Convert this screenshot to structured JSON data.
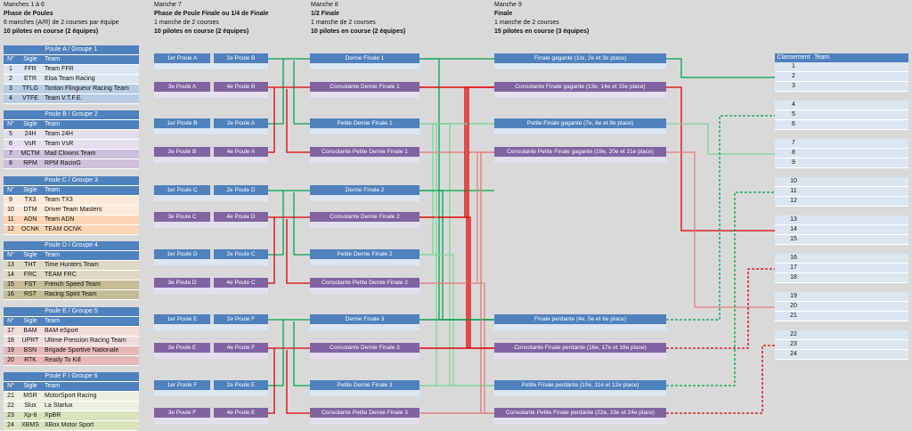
{
  "headers": [
    {
      "l1": "Manches 1 à 6",
      "l2": "Phase de Poules",
      "l3": "6 manches  (A/R) de 2 courses par équipe",
      "l4": "10 pilotes en course (2 équipes)"
    },
    {
      "l1": "Manche 7",
      "l2": "Phase de Poule Finale ou 1/4 de Finale",
      "l3": "1 manche de 2 courses",
      "l4": "10 pilotes en course (2 équipes)"
    },
    {
      "l1": "Manche 8",
      "l2": "1/2 Finale",
      "l3": "1 manche de 2 courses",
      "l4": "10 pilotes en course (2 équipes)"
    },
    {
      "l1": "Manche 9",
      "l2": "Finale",
      "l3": "1 manche de 2 courses",
      "l4": "15 pilotes en course (3 équipes)"
    }
  ],
  "cols": {
    "n": "N°",
    "sigle": "Sigle",
    "team": "Team"
  },
  "colors": {
    "blue": "#4f81bd",
    "purple": "#8064a2",
    "green": "#00a650",
    "red": "#e00000",
    "lightgreen": "#7fd49a",
    "lightred": "#e88080"
  },
  "groups": [
    {
      "title": "Poule A / Groupe 1",
      "rows": [
        [
          "1",
          "FFR",
          "Team FFR",
          "#dce6f1"
        ],
        [
          "2",
          "ETR",
          "Eloa Team Racing",
          "#dce6f1"
        ],
        [
          "3",
          "TFLG",
          "Tonton Flingueur Racing Team",
          "#b8cce4"
        ],
        [
          "4",
          "VTFE",
          "Team V.T.F.E.",
          "#b8cce4"
        ]
      ]
    },
    {
      "title": "Poule B / Groupe 2",
      "rows": [
        [
          "5",
          "24H",
          "Team 24H",
          "#e4dfec"
        ],
        [
          "6",
          "VsR",
          "Team VsR",
          "#e4dfec"
        ],
        [
          "7",
          "MCTM",
          "Mad Clowns Team",
          "#ccc0da"
        ],
        [
          "8",
          "RPM",
          "RPM RacinG",
          "#ccc0da"
        ]
      ]
    },
    {
      "title": "Poule C / Groupe 3",
      "rows": [
        [
          "9",
          "TX3",
          "Team TX3",
          "#fde9d9"
        ],
        [
          "10",
          "DTM",
          "Driver Team Masters",
          "#fde9d9"
        ],
        [
          "11",
          "ADN",
          "Team ADN",
          "#fcd5b4"
        ],
        [
          "12",
          "OCNK",
          "TEAM OCNK",
          "#fcd5b4"
        ]
      ]
    },
    {
      "title": "Poule D / Groupe 4",
      "rows": [
        [
          "13",
          "THT",
          "Time Hunters Team",
          "#ddd9c4"
        ],
        [
          "14",
          "FRC",
          "TEAM FRC",
          "#ddd9c4"
        ],
        [
          "15",
          "FST",
          "French Speed Team",
          "#c4bd97"
        ],
        [
          "16",
          "RST",
          "Racing Spirit Team",
          "#c4bd97"
        ]
      ]
    },
    {
      "title": "Poule E / Groupe 5",
      "rows": [
        [
          "17",
          "BAM",
          "BAM eSport",
          "#f2dcdb"
        ],
        [
          "18",
          "UPRT",
          "Ultime Pression Racing Team",
          "#f2dcdb"
        ],
        [
          "19",
          "BSN",
          "Brigade Sportive Nationale",
          "#e6b8b7"
        ],
        [
          "20",
          "RTK",
          "Ready To Kill",
          "#e6b8b7"
        ]
      ]
    },
    {
      "title": "Poule F / Groupe 6",
      "rows": [
        [
          "21",
          "MSR",
          "MotorSport Racing",
          "#ebf1de"
        ],
        [
          "22",
          "Slux",
          "La Starlux",
          "#ebf1de"
        ],
        [
          "23",
          "Xp-8",
          "XpBR",
          "#d8e4bc"
        ],
        [
          "24",
          "XBMS",
          "XBox Motor Sport",
          "#d8e4bc"
        ]
      ]
    }
  ],
  "r7": [
    [
      "1er Poule A",
      "2e Poule B",
      "blue"
    ],
    [
      "3e Poule A",
      "4e Poule B",
      "purple"
    ],
    [
      "1er Poule B",
      "2e Poule A",
      "blue"
    ],
    [
      "3e Poule B",
      "4e Poule A",
      "purple"
    ],
    [
      "1er Poule C",
      "2e Poule D",
      "blue"
    ],
    [
      "3e Poule C",
      "4e Poule D",
      "purple"
    ],
    [
      "1er Poule D",
      "2e Poule C",
      "blue"
    ],
    [
      "3e Poule D",
      "4e Poule C",
      "purple"
    ],
    [
      "1er Poule E",
      "2e Poule F",
      "blue"
    ],
    [
      "3e Poule E",
      "4e Poule F",
      "purple"
    ],
    [
      "1er Poule F",
      "2e Poule E",
      "blue"
    ],
    [
      "3e Poule F",
      "4e Poule E",
      "purple"
    ]
  ],
  "r8": [
    [
      "Demie Finale 1",
      "blue"
    ],
    [
      "Consolante Demie Finale 1",
      "purple"
    ],
    [
      "Petite Demie Finale 1",
      "blue"
    ],
    [
      "Consolante Petite Demie Finale 1",
      "purple"
    ],
    [
      "Demie Finale 2",
      "blue"
    ],
    [
      "Consolante Demie Finale 2",
      "purple"
    ],
    [
      "Petite Demie Finale 2",
      "blue"
    ],
    [
      "Consolante Petite Demie Finale 2",
      "purple"
    ],
    [
      "Demie Finale 3",
      "blue"
    ],
    [
      "Consolante Demie Finale 3",
      "purple"
    ],
    [
      "Petite Demie Finale 3",
      "blue"
    ],
    [
      "Consolante Petite Demie Finale 3",
      "purple"
    ]
  ],
  "r9": [
    [
      "Finale gagante (1re, 2e et 3e place)",
      "blue"
    ],
    [
      "Consolante Finale gagante (13e, 14e et 15e place)",
      "purple"
    ],
    [
      "Petite Finale gagante (7e, 8e et 9e place)",
      "blue"
    ],
    [
      "Consolante Petite Finale gagante (19e, 20e et 21e place)",
      "purple"
    ],
    null,
    null,
    null,
    null,
    [
      "Finale perdante (4e, 5e et 6e place)",
      "blue"
    ],
    [
      "Consolante Finale perdante (16e, 17e et 18e place)",
      "purple"
    ],
    [
      "Petite Finale perdante (10e, 11e et 12e place)",
      "blue"
    ],
    [
      "Consolante Petite Finale perdante (22e, 23e et 24e place)",
      "purple"
    ]
  ],
  "ranking": {
    "title": "Classement",
    "team": "Team",
    "rows": [
      "1",
      "2",
      "3",
      "4",
      "5",
      "6",
      "7",
      "8",
      "9",
      "10",
      "11",
      "12",
      "13",
      "14",
      "15",
      "16",
      "17",
      "18",
      "19",
      "20",
      "21",
      "22",
      "23",
      "24"
    ]
  }
}
